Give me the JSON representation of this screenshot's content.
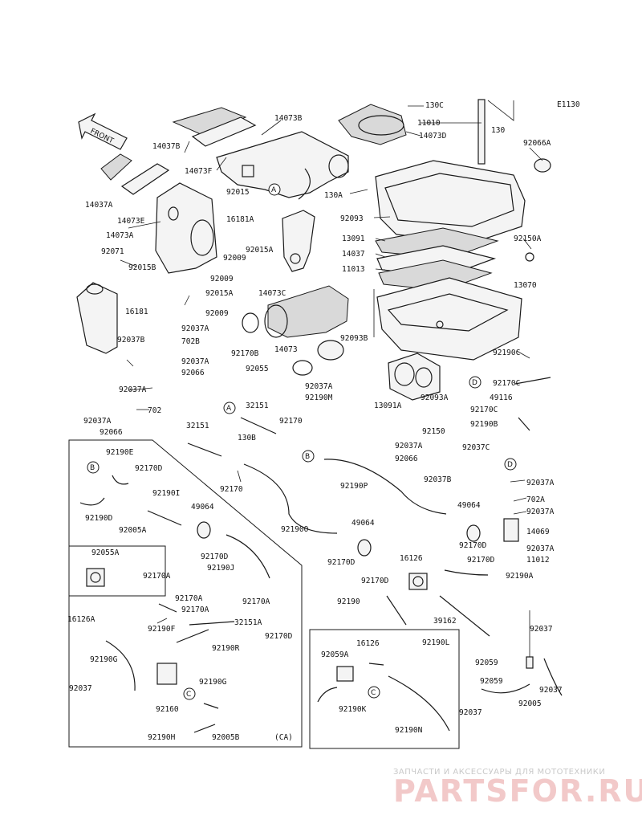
{
  "diagram_code": "E1130",
  "front_label": "FRONT",
  "ca_label": "(CA)",
  "watermark": {
    "line1": "ЗАПЧАСТИ И АКСЕССУАРЫ ДЛЯ МОТОТЕХНИКИ",
    "line2": "PARTSFOR.RU"
  },
  "callouts": {
    "a": "A",
    "b": "B",
    "c": "C",
    "d": "D"
  },
  "parts": {
    "p14073B": "14073B",
    "p130C": "130C",
    "p11010": "11010",
    "p130": "130",
    "p14073D": "14073D",
    "p92066A": "92066A",
    "p14037B": "14037B",
    "p14073F": "14073F",
    "p14037A": "14037A",
    "p14073E": "14073E",
    "p14073A": "14073A",
    "p92015": "92015",
    "p16181A": "16181A",
    "p130A": "130A",
    "p92093": "92093",
    "p13091": "13091",
    "p14037": "14037",
    "p11013": "11013",
    "p92150A": "92150A",
    "p13070": "13070",
    "p92071": "92071",
    "p92015B": "92015B",
    "p92009": "92009",
    "p92015A_1": "92015A",
    "p92009_2": "92009",
    "p92015A_2": "92015A",
    "p14073C": "14073C",
    "p16181": "16181",
    "p92009_3": "92009",
    "p92037A_1": "92037A",
    "p702B": "702B",
    "p92037B": "92037B",
    "p92037A_2": "92037A",
    "p92066": "92066",
    "p92170B": "92170B",
    "p14073": "14073",
    "p92055": "92055",
    "p92093B": "92093B",
    "p92190C": "92190C",
    "p92170C": "92170C",
    "p49116": "49116",
    "p92170C_2": "92170C",
    "p92190B": "92190B",
    "p92037C": "92037C",
    "p92037A_3": "92037A",
    "p92190M": "92190M",
    "p13091A": "13091A",
    "p92093A": "92093A",
    "p92037A_4": "92037A",
    "p702": "702",
    "p32151": "32151",
    "p92170": "92170",
    "p32151_2": "32151",
    "p130B": "130B",
    "p92150": "92150",
    "p92037A_5": "92037A",
    "p92066_2": "92066",
    "p92037A_6": "92037A",
    "p92066_3": "92066",
    "p92190E": "92190E",
    "p92170D": "92170D",
    "p92190I": "92190I",
    "p92190D": "92190D",
    "p92005A": "92005A",
    "p49064": "49064",
    "p92170_2": "92170",
    "p92190P": "92190P",
    "p92037B_2": "92037B",
    "p92037A_7": "92037A",
    "p702A": "702A",
    "p92037A_8": "92037A",
    "p49064_2": "49064",
    "p92190O": "92190O",
    "p49064_3": "49064",
    "p14069": "14069",
    "p92037A_9": "92037A",
    "p92170D_2": "92170D",
    "p92170D_3": "92170D",
    "p11012": "11012",
    "p92055A": "92055A",
    "p92190J": "92190J",
    "p92170D_4": "92170D",
    "p16126": "16126",
    "p92190A": "92190A",
    "p92170A": "92170A",
    "p92170A_2": "92170A",
    "p92170D_5": "92170D",
    "p92170A_3": "92170A",
    "p16126A": "16126A",
    "p92170A_4": "92170A",
    "p92190": "92190",
    "p39162": "39162",
    "p92037": "92037",
    "p32151A": "32151A",
    "p92190F": "92190F",
    "p92170D_6": "92170D",
    "p92170D_7": "92170D",
    "p92190R": "92190R",
    "p92190L": "92190L",
    "p16126_2": "16126",
    "p92059A": "92059A",
    "p92190G": "92190G",
    "p92059": "92059",
    "p92059_2": "92059",
    "p92037_2": "92037",
    "p92190G_2": "92190G",
    "p92037_3": "92037",
    "p92160": "92160",
    "p92005": "92005",
    "p92190K": "92190K",
    "p92190H": "92190H",
    "p92005B": "92005B",
    "p92190N": "92190N"
  }
}
